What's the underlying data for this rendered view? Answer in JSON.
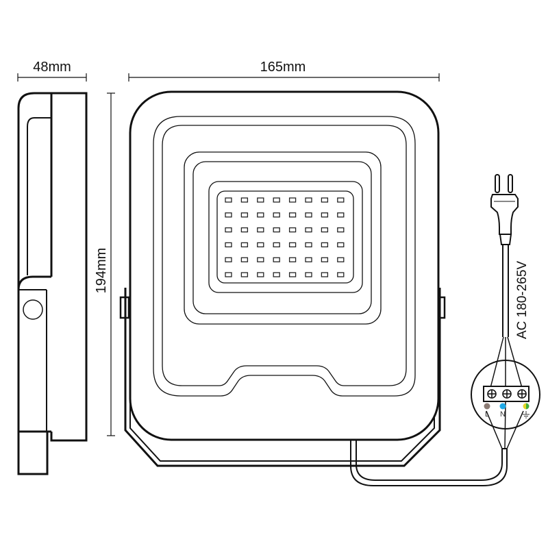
{
  "dimensions": {
    "depth": "48mm",
    "width": "165mm",
    "height": "194mm"
  },
  "power": {
    "voltage_label": "AC 180-265V"
  },
  "terminal": {
    "labels": [
      "L",
      "N",
      "⏚"
    ],
    "colors": {
      "L": "#8b7b74",
      "N": "#1fa9e6",
      "earth_yellow": "#e3d62a",
      "earth_green": "#3fae3f"
    }
  },
  "led_grid": {
    "rows": 6,
    "cols": 8
  },
  "colors": {
    "line": "#111111",
    "background": "#ffffff"
  }
}
